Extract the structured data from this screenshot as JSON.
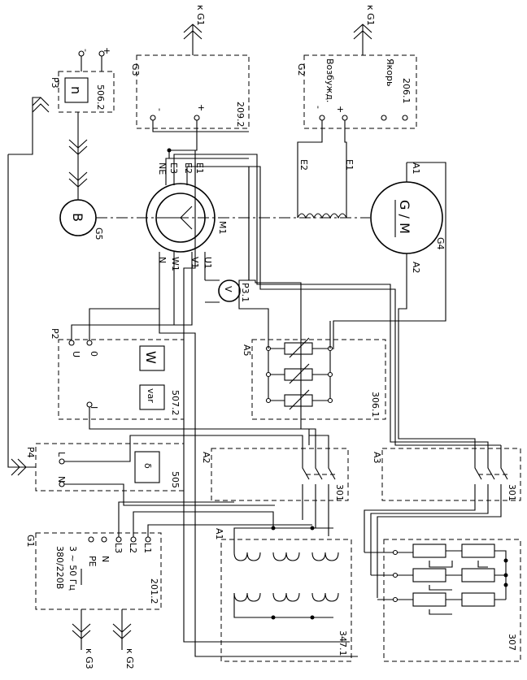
{
  "blocks": {
    "g3": {
      "id": "G3",
      "code": "209.2",
      "minus": "-",
      "plus": "+"
    },
    "g2": {
      "id": "G2",
      "code": "206.1",
      "armature": "Якорь",
      "excitation": "Возбужд.",
      "minus": "-",
      "plus": "+"
    },
    "p3": {
      "id": "P3",
      "code": "506.2",
      "symbol": "n",
      "minus": "-",
      "plus": "+"
    },
    "p2": {
      "id": "P2",
      "code": "507.2",
      "u": "U",
      "zero": "0",
      "i": "I",
      "w": "W",
      "var": "var"
    },
    "p4": {
      "id": "P4",
      "code": "505",
      "l": "L",
      "n": "N",
      "delta": "δ"
    },
    "g1": {
      "id": "G1",
      "code": "201.2",
      "voltage": "380/220В",
      "freq": "3 ~ 50 Гц",
      "l1": "L1",
      "l2": "L2",
      "l3": "L3",
      "n": "N",
      "pe": "PE"
    },
    "a5": {
      "id": "A5",
      "code": "306.1"
    },
    "a2": {
      "id": "A2",
      "code": "301"
    },
    "a3": {
      "id": "A3",
      "code": "301"
    },
    "a1": {
      "id": "A1",
      "code": "347.1"
    },
    "a1r": {
      "code": "307"
    }
  },
  "machines": {
    "g5": {
      "id": "G5",
      "symbol": "B"
    },
    "m1": {
      "id": "M1",
      "e1": "E1",
      "e2": "E2",
      "e3": "E3",
      "ne": "NE",
      "u1": "U1",
      "v1": "V1",
      "w1": "W1",
      "n": "N"
    },
    "g4": {
      "id": "G4",
      "symbol": "G / M",
      "a1": "A1",
      "a2": "A2",
      "e1": "E1",
      "e2": "E2"
    },
    "p1": {
      "id": "P3.1",
      "symbol": "V"
    }
  },
  "plugs": {
    "g1top": "к G1",
    "g1top2": "к G1",
    "g3bot": "к G3",
    "g2bot": "к G2"
  }
}
